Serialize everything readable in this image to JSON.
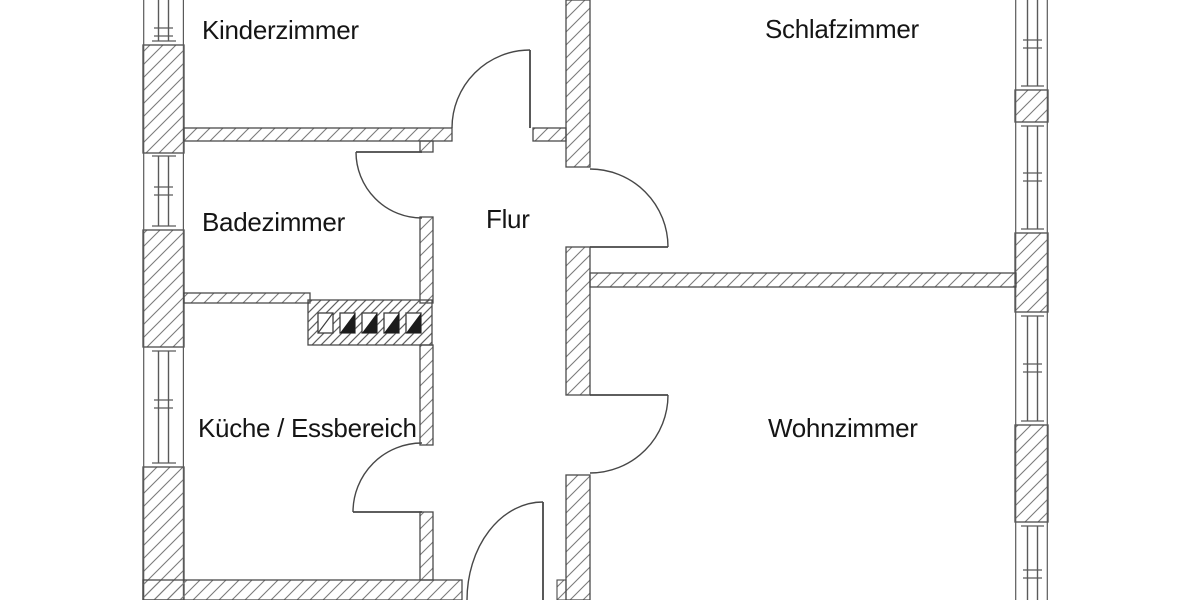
{
  "floor_plan": {
    "title": "apartment-floor-plan",
    "rooms": [
      {
        "id": "kinderzimmer",
        "label": "Kinderzimmer"
      },
      {
        "id": "schlafzimmer",
        "label": "Schlafzimmer"
      },
      {
        "id": "badezimmer",
        "label": "Badezimmer"
      },
      {
        "id": "flur",
        "label": "Flur"
      },
      {
        "id": "kueche",
        "label": "Küche / Essbereich"
      },
      {
        "id": "wohnzimmer",
        "label": "Wohnzimmer"
      }
    ],
    "symbols": {
      "doors": [
        "door-flur-kinderzimmer",
        "door-flur-schlafzimmer",
        "door-flur-badezimmer",
        "door-flur-kueche",
        "door-flur-wohnzimmer",
        "door-entrance"
      ],
      "windows_left_wall": 3,
      "windows_right_wall": 4,
      "chimney_flues": 5
    },
    "colors": {
      "background": "#ffffff",
      "wall_outline": "#4a4a4a",
      "hatch_line": "#7b7b7b",
      "text": "#151515",
      "flue_fill": "#1c1c1c"
    }
  }
}
